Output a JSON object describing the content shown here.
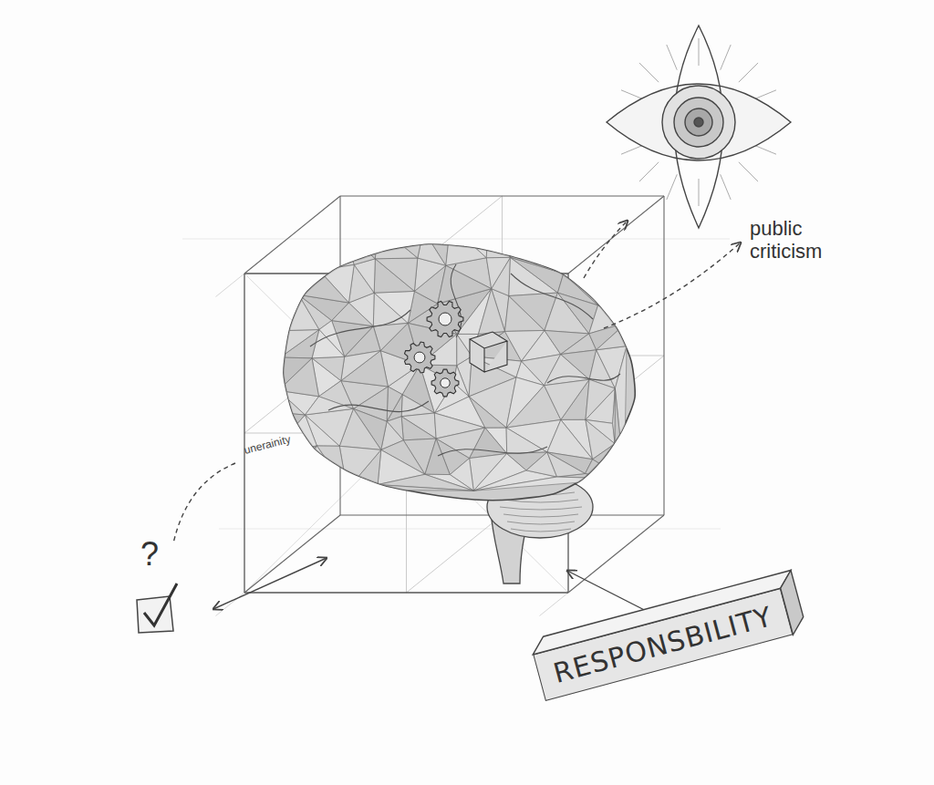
{
  "diagram": {
    "nodes": [
      {
        "text": [
          "?"
        ]
      },
      {
        "text": [
          "RESPONSBILITY"
        ]
      }
    ],
    "labels": [
      "public criticism",
      "unerainity"
    ]
  }
}
